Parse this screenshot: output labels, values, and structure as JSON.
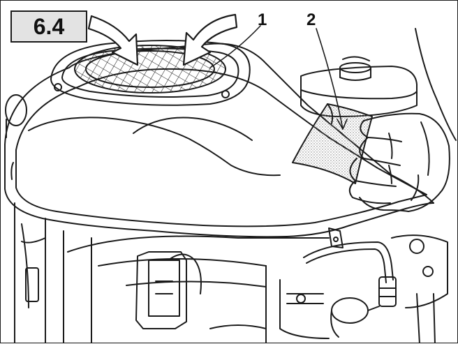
{
  "figure": {
    "label": "6.4",
    "callouts": [
      {
        "number": "1",
        "part": "air-filter-grille"
      },
      {
        "number": "2",
        "part": "foam-filter-element"
      }
    ]
  },
  "colors": {
    "line": "#1a1a1a",
    "label_background": "#e3e3e3",
    "paper": "#ffffff",
    "filter_stipple": "#777777"
  },
  "icons": [
    "down-arrow-icon",
    "down-arrow-icon"
  ]
}
